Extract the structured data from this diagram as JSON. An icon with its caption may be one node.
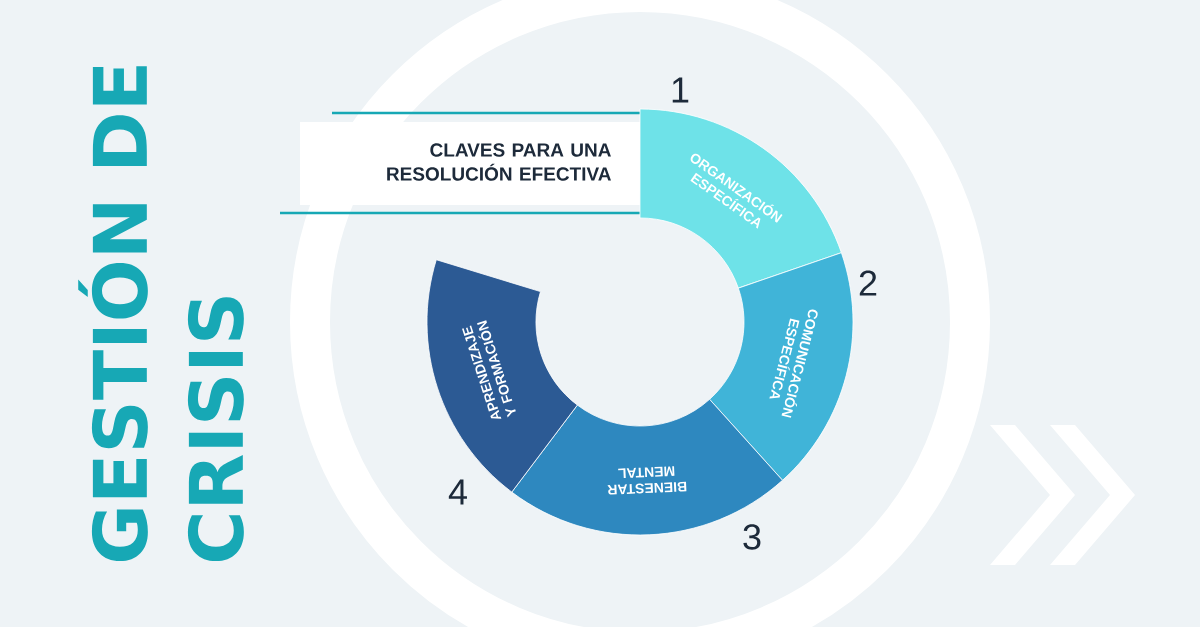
{
  "diagram": {
    "title": "GESTIÓN DE CRISIS",
    "nodes": [
      {
        "text": [
          "CLAVES PARA UNA RESOLUCIÓN EFECTIVA"
        ]
      },
      {
        "text": [
          "ORGANIZACIÓN ESPECÍFICA"
        ],
        "beside": [
          "1"
        ]
      },
      {
        "text": [
          "COMUNICACIÓN ESPECÍFICA"
        ],
        "beside": [
          "2"
        ]
      },
      {
        "text": [
          "BIENESTAR MENTAL"
        ],
        "beside": [
          "3"
        ]
      },
      {
        "text": [
          "APRENDIZAJE Y FORMACIÓN"
        ],
        "beside": [
          "4"
        ]
      }
    ],
    "edges": []
  }
}
